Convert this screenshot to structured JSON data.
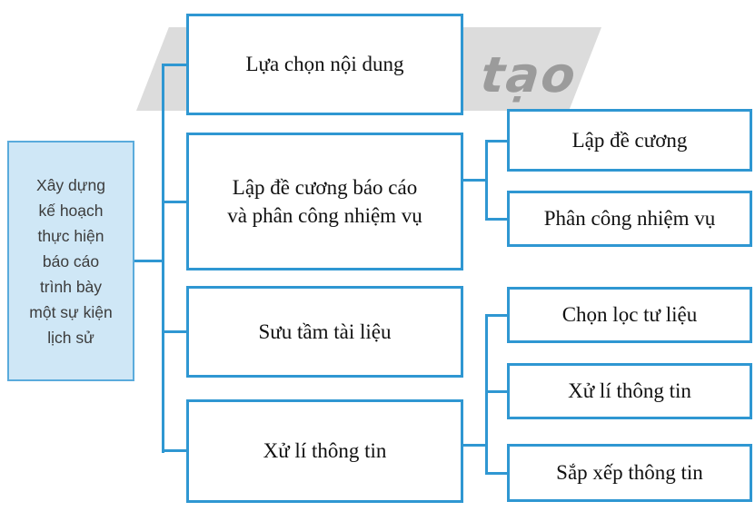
{
  "watermark": {
    "text": "g tạo"
  },
  "colors": {
    "connector": "#2f97d2",
    "box_border": "#2f97d2",
    "root_fill": "#cfe7f6",
    "watermark_gray": "#dcdcdc"
  },
  "nodes": {
    "root": {
      "label": "Xây dựng\nkế hoạch\nthực hiện\nbáo cáo\ntrình bày\nmột sự kiện\nlịch sử"
    },
    "level1": [
      {
        "label": "Lựa chọn nội dung"
      },
      {
        "label": "Lập đề cương báo cáo\nvà phân công nhiệm vụ"
      },
      {
        "label": "Sưu tầm tài liệu"
      },
      {
        "label": "Xử lí thông tin"
      }
    ],
    "level2": [
      {
        "label": "Lập đề cương",
        "parent": "Lập đề cương báo cáo và phân công nhiệm vụ"
      },
      {
        "label": "Phân công nhiệm vụ",
        "parent": "Lập đề cương báo cáo và phân công nhiệm vụ"
      },
      {
        "label": "Chọn lọc tư liệu",
        "parent": "Xử lí thông tin"
      },
      {
        "label": "Xử lí thông tin",
        "parent": "Xử lí thông tin"
      },
      {
        "label": "Sắp xếp thông tin",
        "parent": "Xử lí thông tin"
      }
    ]
  }
}
